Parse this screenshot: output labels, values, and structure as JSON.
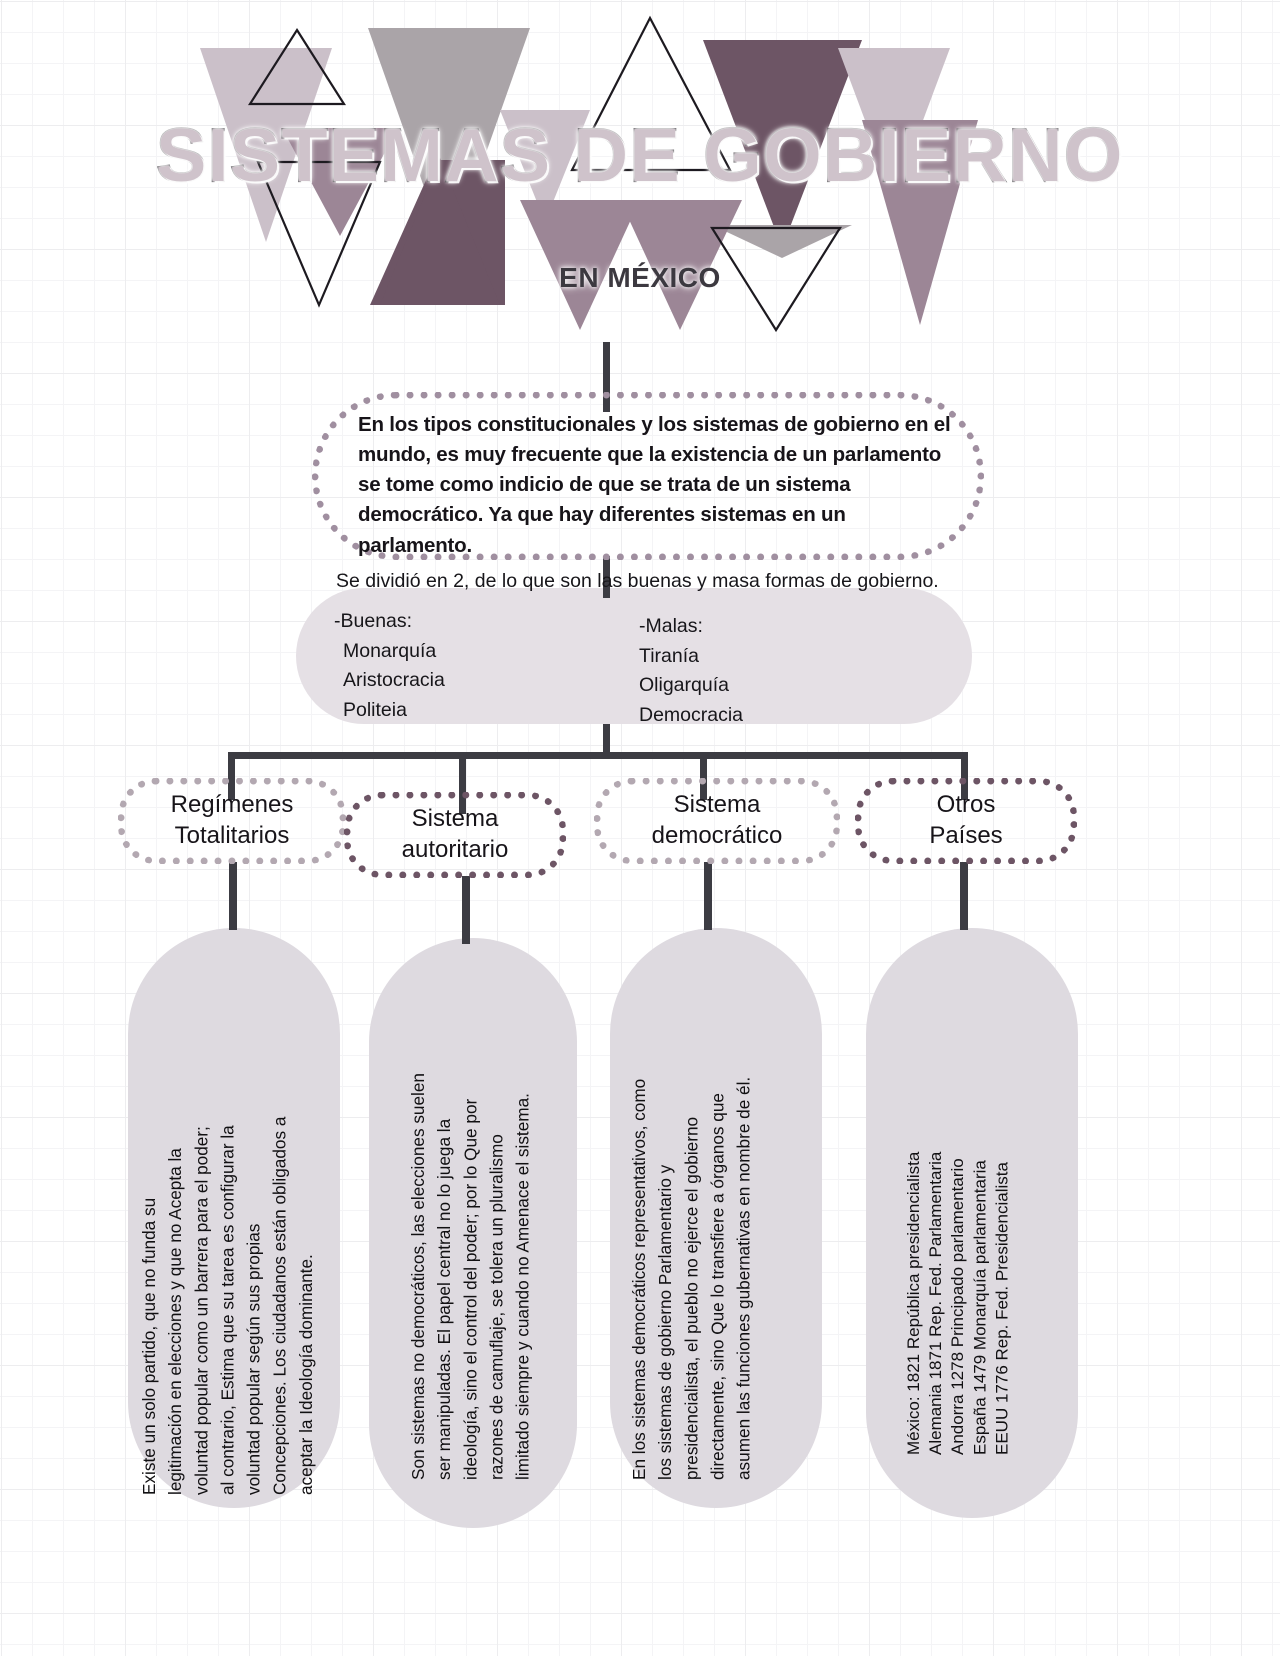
{
  "header": {
    "title": "SISTEMAS DE GOBIERNO",
    "subtitle": "EN MÉXICO"
  },
  "intro": {
    "text": "En los tipos constitucionales y los sistemas de gobierno en el mundo, es muy frecuente que la existencia de un parlamento se tome como indicio de que se trata de un sistema democrático. Ya que hay diferentes sistemas en un parlamento."
  },
  "division": {
    "heading": "Se dividió en 2, de lo que son las buenas y masa formas de gobierno.",
    "good_label": "-Buenas:",
    "good_items": [
      "Monarquía",
      "Aristocracia",
      "Politeia"
    ],
    "bad_label": "-Malas:",
    "bad_items": [
      "Tiranía",
      "Oligarquía",
      "Democracia"
    ]
  },
  "categories": [
    {
      "line1": "Regímenes",
      "line2": "Totalitarios"
    },
    {
      "line1": "Sistema",
      "line2": "autoritario"
    },
    {
      "line1": "Sistema",
      "line2": "democrático"
    },
    {
      "line1": "Otros",
      "line2": "Países"
    }
  ],
  "details": [
    {
      "text": "Existe un solo partido, que no funda su\nlegitimación en elecciones y que no Acepta la\nvoluntad popular como un barrera para el poder;\nal contrario, Estima que su tarea es configurar la\nvoluntad popular según sus propias\nConcepciones. Los ciudadanos están obligados a\naceptar la Ideología dominante."
    },
    {
      "text": "Son sistemas no democráticos, las elecciones suelen\nser manipuladas. El papel central no lo juega la\nideología, sino el control del poder; por lo Que por\nrazones de camuflaje, se tolera un pluralismo\nlimitado siempre y cuando no Amenace el sistema."
    },
    {
      "text": "En los sistemas democráticos representativos, como\nlos sistemas de gobierno Parlamentario y\npresidencialista, el pueblo no ejerce el gobierno\ndirectamente, sino Que lo transfiere a órganos que\nasumen las funciones gubernativas en nombre de él."
    },
    {
      "text": "México: 1821 República presidencialista\nAlemania 1871 Rep. Fed. Parlamentaria\nAndorra 1278 Principado parlamentario\nEspaña 1479 Monarquía parlamentaria\nEEUU 1776 Rep. Fed. Presidencialista"
    }
  ],
  "colors": {
    "dark_plum": "#6d5565",
    "mid_plum": "#9c8696",
    "light_plum": "#cbc0c9",
    "grey": "#aaa4a8",
    "pill_fill": "#dedae0",
    "band_fill": "#e5e0e5",
    "connector": "#3c3c43",
    "dot_light": "#b3a8b1",
    "dot_dark": "#6d5565"
  }
}
